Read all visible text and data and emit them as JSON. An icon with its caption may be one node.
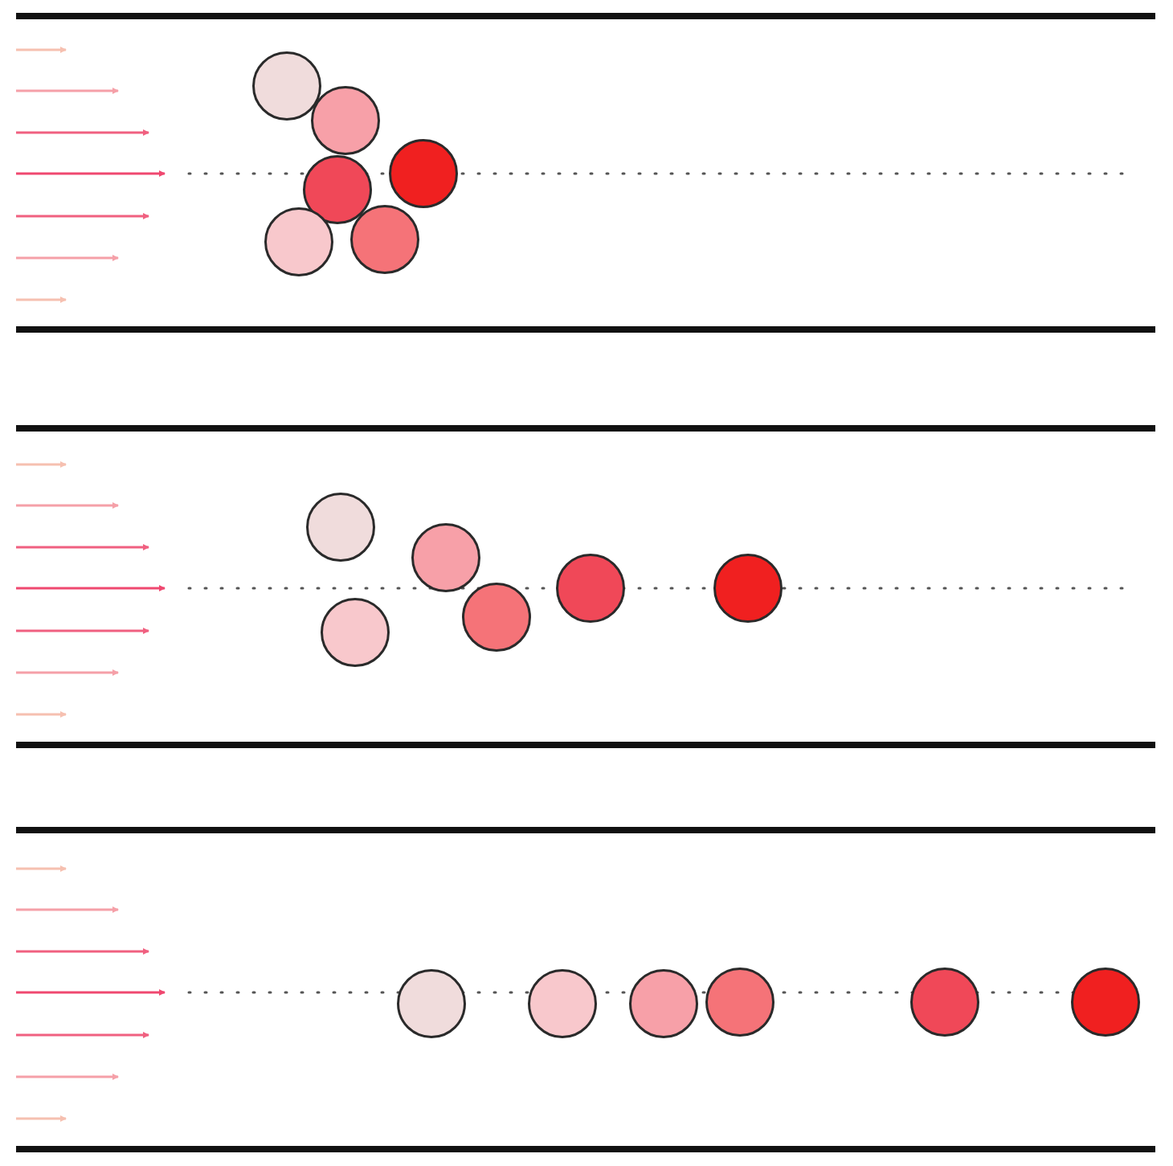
{
  "diagram": {
    "nodes": [
      {
        "text": [],
        "shape": "circle"
      },
      {
        "text": [],
        "shape": "circle"
      },
      {
        "text": [],
        "shape": "circle"
      },
      {
        "text": [],
        "shape": "circle"
      },
      {
        "text": [],
        "shape": "circle"
      },
      {
        "text": [],
        "shape": "circle"
      },
      {
        "text": [],
        "shape": "circle"
      },
      {
        "text": [],
        "shape": "circle"
      },
      {
        "text": [],
        "shape": "circle"
      },
      {
        "text": [],
        "shape": "circle"
      },
      {
        "text": [],
        "shape": "circle"
      },
      {
        "text": [],
        "shape": "circle"
      },
      {
        "text": [],
        "shape": "circle"
      },
      {
        "text": [],
        "shape": "circle"
      },
      {
        "text": [],
        "shape": "circle"
      },
      {
        "text": [],
        "shape": "circle"
      },
      {
        "text": [],
        "shape": "circle"
      },
      {
        "text": [],
        "shape": "circle"
      }
    ]
  }
}
